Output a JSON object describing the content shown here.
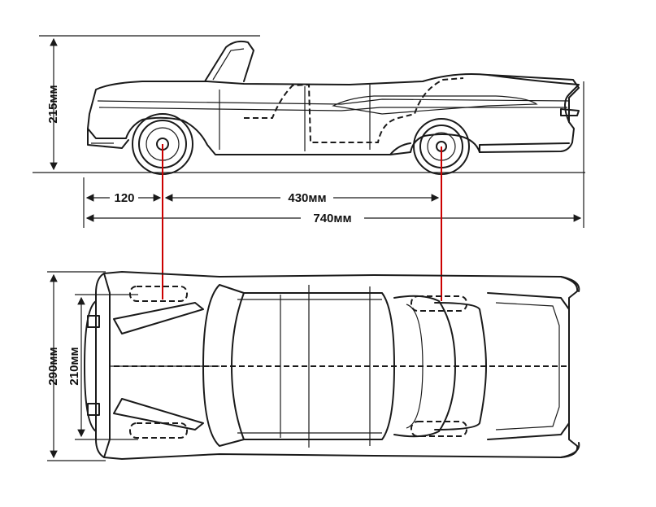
{
  "dimensions": {
    "height": "215мм",
    "front_overhang": "120",
    "wheelbase": "430мм",
    "length": "740мм",
    "width": "290мм",
    "track": "210мм"
  },
  "colors": {
    "ink": "#1a1a1a",
    "axle_marker": "#cc0000",
    "background": "#ffffff"
  }
}
